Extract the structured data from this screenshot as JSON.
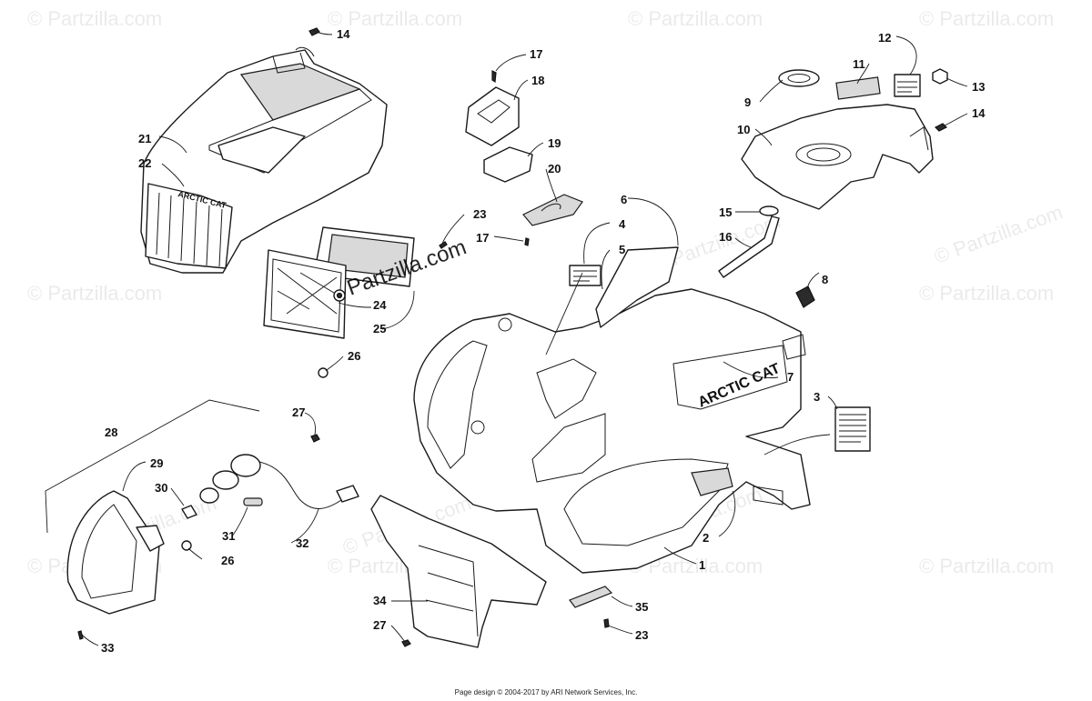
{
  "watermark": {
    "text": "© Partzilla.com",
    "overlay": "Partzilla.com"
  },
  "brand_marks": {
    "fender_decal": "ARCTIC CAT",
    "grille_emblem": "ARCTIC CAT"
  },
  "callouts": {
    "c1": "1",
    "c2": "2",
    "c3": "3",
    "c4": "4",
    "c5": "5",
    "c6": "6",
    "c7": "7",
    "c8": "8",
    "c9": "9",
    "c10": "10",
    "c11": "11",
    "c12": "12",
    "c13": "13",
    "c14a": "14",
    "c14b": "14",
    "c15": "15",
    "c16": "16",
    "c17a": "17",
    "c17b": "17",
    "c18": "18",
    "c19": "19",
    "c20": "20",
    "c21": "21",
    "c22": "22",
    "c23a": "23",
    "c23b": "23",
    "c24": "24",
    "c25": "25",
    "c26a": "26",
    "c26b": "26",
    "c27a": "27",
    "c27b": "27",
    "c28": "28",
    "c29": "29",
    "c30": "30",
    "c31": "31",
    "c32": "32",
    "c33": "33",
    "c34": "34",
    "c35": "35"
  },
  "footer": "Page design © 2004-2017 by ARI Network Services, Inc."
}
